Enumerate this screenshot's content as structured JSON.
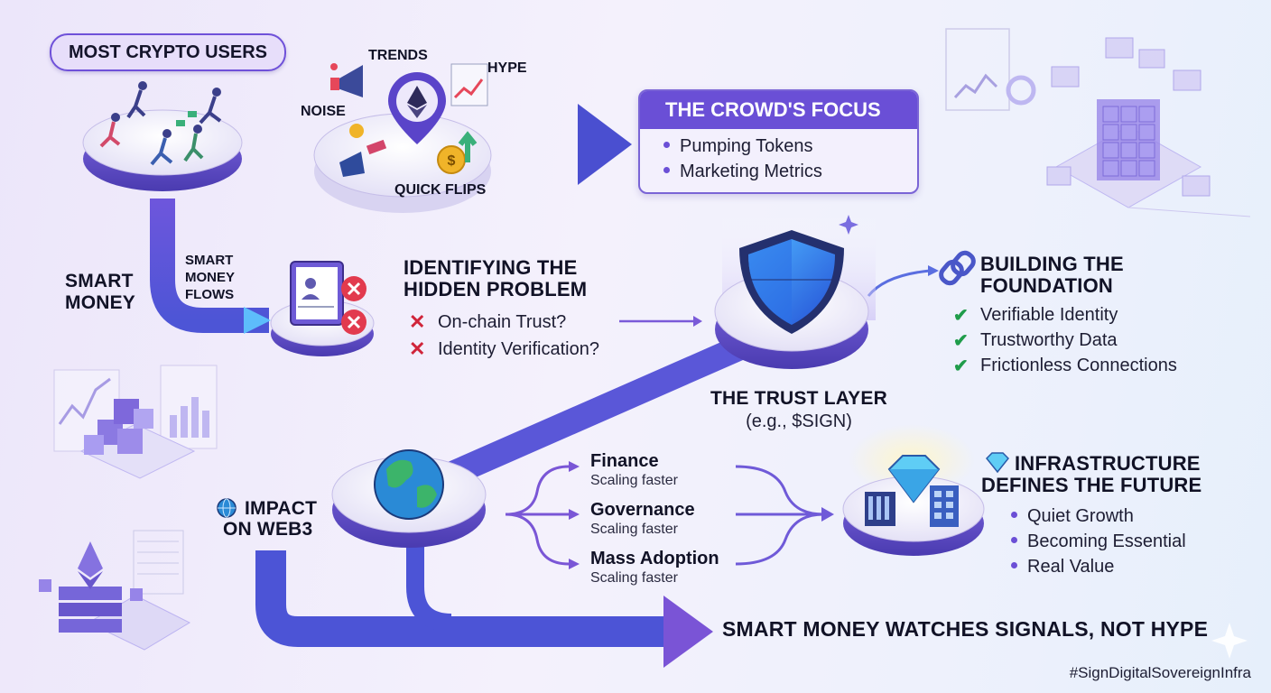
{
  "title_pill": "MOST CRYPTO USERS",
  "noise_cluster": {
    "trends": "TRENDS",
    "hype": "HYPE",
    "noise": "NOISE",
    "quick_flips": "QUICK FLIPS"
  },
  "crowd_focus": {
    "title": "THE CROWD'S FOCUS",
    "items": [
      "Pumping Tokens",
      "Marketing Metrics"
    ]
  },
  "smart_money": {
    "label_line1": "SMART",
    "label_line2": "MONEY",
    "flows_line1": "SMART",
    "flows_line2": "MONEY",
    "flows_line3": "FLOWS"
  },
  "hidden_problem": {
    "title_line1": "IDENTIFYING THE",
    "title_line2": "HIDDEN PROBLEM",
    "items": [
      "On-chain Trust?",
      "Identity Verification?"
    ]
  },
  "trust_layer": {
    "title": "THE TRUST LAYER",
    "subtitle": "(e.g., $SIGN)"
  },
  "foundation": {
    "title_line1": "BUILDING THE",
    "title_line2": "FOUNDATION",
    "items": [
      "Verifiable Identity",
      "Trustworthy Data",
      "Frictionless Connections"
    ]
  },
  "impact": {
    "label_line1": "IMPACT",
    "label_line2": "ON WEB3"
  },
  "flows": [
    {
      "name": "Finance",
      "sub": "Scaling faster"
    },
    {
      "name": "Governance",
      "sub": "Scaling faster"
    },
    {
      "name": "Mass Adoption",
      "sub": "Scaling faster"
    }
  ],
  "infrastructure": {
    "title_line1": "INFRASTRUCTURE",
    "title_line2": "DEFINES THE FUTURE",
    "items": [
      "Quiet Growth",
      "Becoming Essential",
      "Real Value"
    ]
  },
  "bottom_message": "SMART MONEY WATCHES SIGNALS, NOT HYPE",
  "hashtag": "#SignDigitalSovereignInfra",
  "colors": {
    "accent_purple": "#6a4fd6",
    "flow_blue": "#4b5fd8",
    "cross_red": "#d0243a",
    "check_green": "#1f9c4a"
  },
  "icons": [
    "runners-icon",
    "megaphone-icon",
    "ethereum-pin-icon",
    "chart-icon",
    "coin-icon",
    "id-card-icon",
    "shield-icon",
    "link-icon",
    "globe-icon",
    "diamond-icon",
    "building-icon",
    "cube-grid-icon",
    "server-icon"
  ]
}
